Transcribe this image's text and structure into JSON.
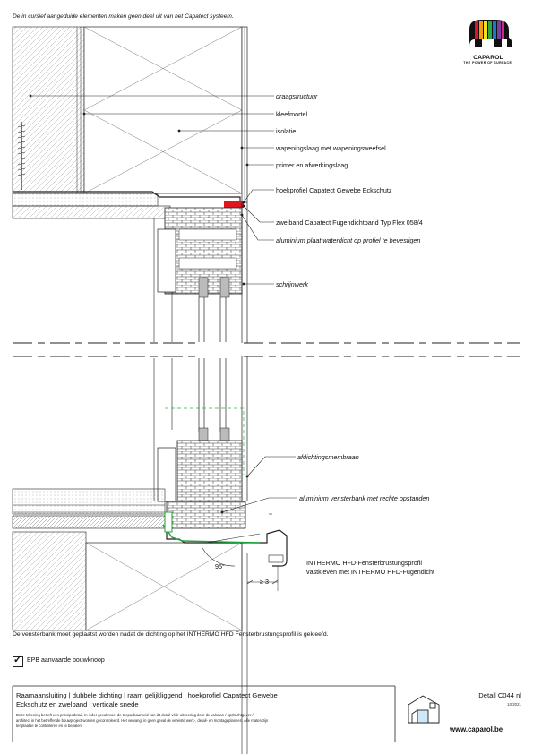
{
  "header_note": "De in cursief aangeduide elementen maken geen deel uit van het Capatect systeem.",
  "logo": {
    "brand": "CAPAROL",
    "tagline": "THE POWER OF SURFACE."
  },
  "labels": {
    "draagstructuur": "draagstructuur",
    "kleefmortel": "kleefmortel",
    "isolatie": "isolatie",
    "wapeningslaag": "wapeningslaag met wapeningsweefsel",
    "primer": "primer en afwerkingslaag",
    "hoekprofiel": "hoekprofiel Capatect Gewebe Eckschutz",
    "zwelband": "zwelband Capatect Fugendichtband Typ Flex 058/4",
    "aluplaat": "aluminium plaat waterdicht op profiel te bevestigen",
    "schrijnwerk": "schrijnwerk",
    "afdichtingsmembraan": "afdichtingsmembraan",
    "vensterbank": "aluminium vensterbank met rechte opstanden",
    "intherm_line1": "INTHERMO HFD-Fensterbrüstungsprofil",
    "intherm_line2": "vastkleven met INTHERMO HFD-Fugendicht"
  },
  "dimensions": {
    "angle": "95°",
    "gap": "≥ 3"
  },
  "note_sill": "De vensterbank moet geplaatst worden nadat de dichting op het INTHERMO HFD Fensterbrustungsprofil is gekleefd.",
  "epb": {
    "check": "✓",
    "text": "EPB aanvaarde bouwknoop"
  },
  "footer": {
    "title_line1": "Raamaansluiting | dubbele dichting | raam gelijkliggend | hoekprofiel Capatect Gewebe",
    "title_line2": "Eckschutz en zwelband | verticale snede",
    "disclaimer_line1": "Deze tekening betreft een principedetail. In ieder geval moet de toepasbaarheid van dit detail vóór uitvoering door de vakman / opdrachtgever /",
    "disclaimer_line2": "architect in het betreffende bouwproject worden gecontroleerd. Het vervangt in geen geval de vereiste werk-, detail- en montageplannen. Alle maten zijn",
    "disclaimer_line3": "ter plaatse te controleren en te bepalen.",
    "detail_no": "Detail C044 nl",
    "date": "10/2021",
    "url": "www.caparol.be"
  },
  "colors": {
    "accent_red": "#e0161f",
    "membrane_green": "#1aa33a",
    "dashed_green": "#2db34a",
    "hatch": "#9a9a9a"
  }
}
